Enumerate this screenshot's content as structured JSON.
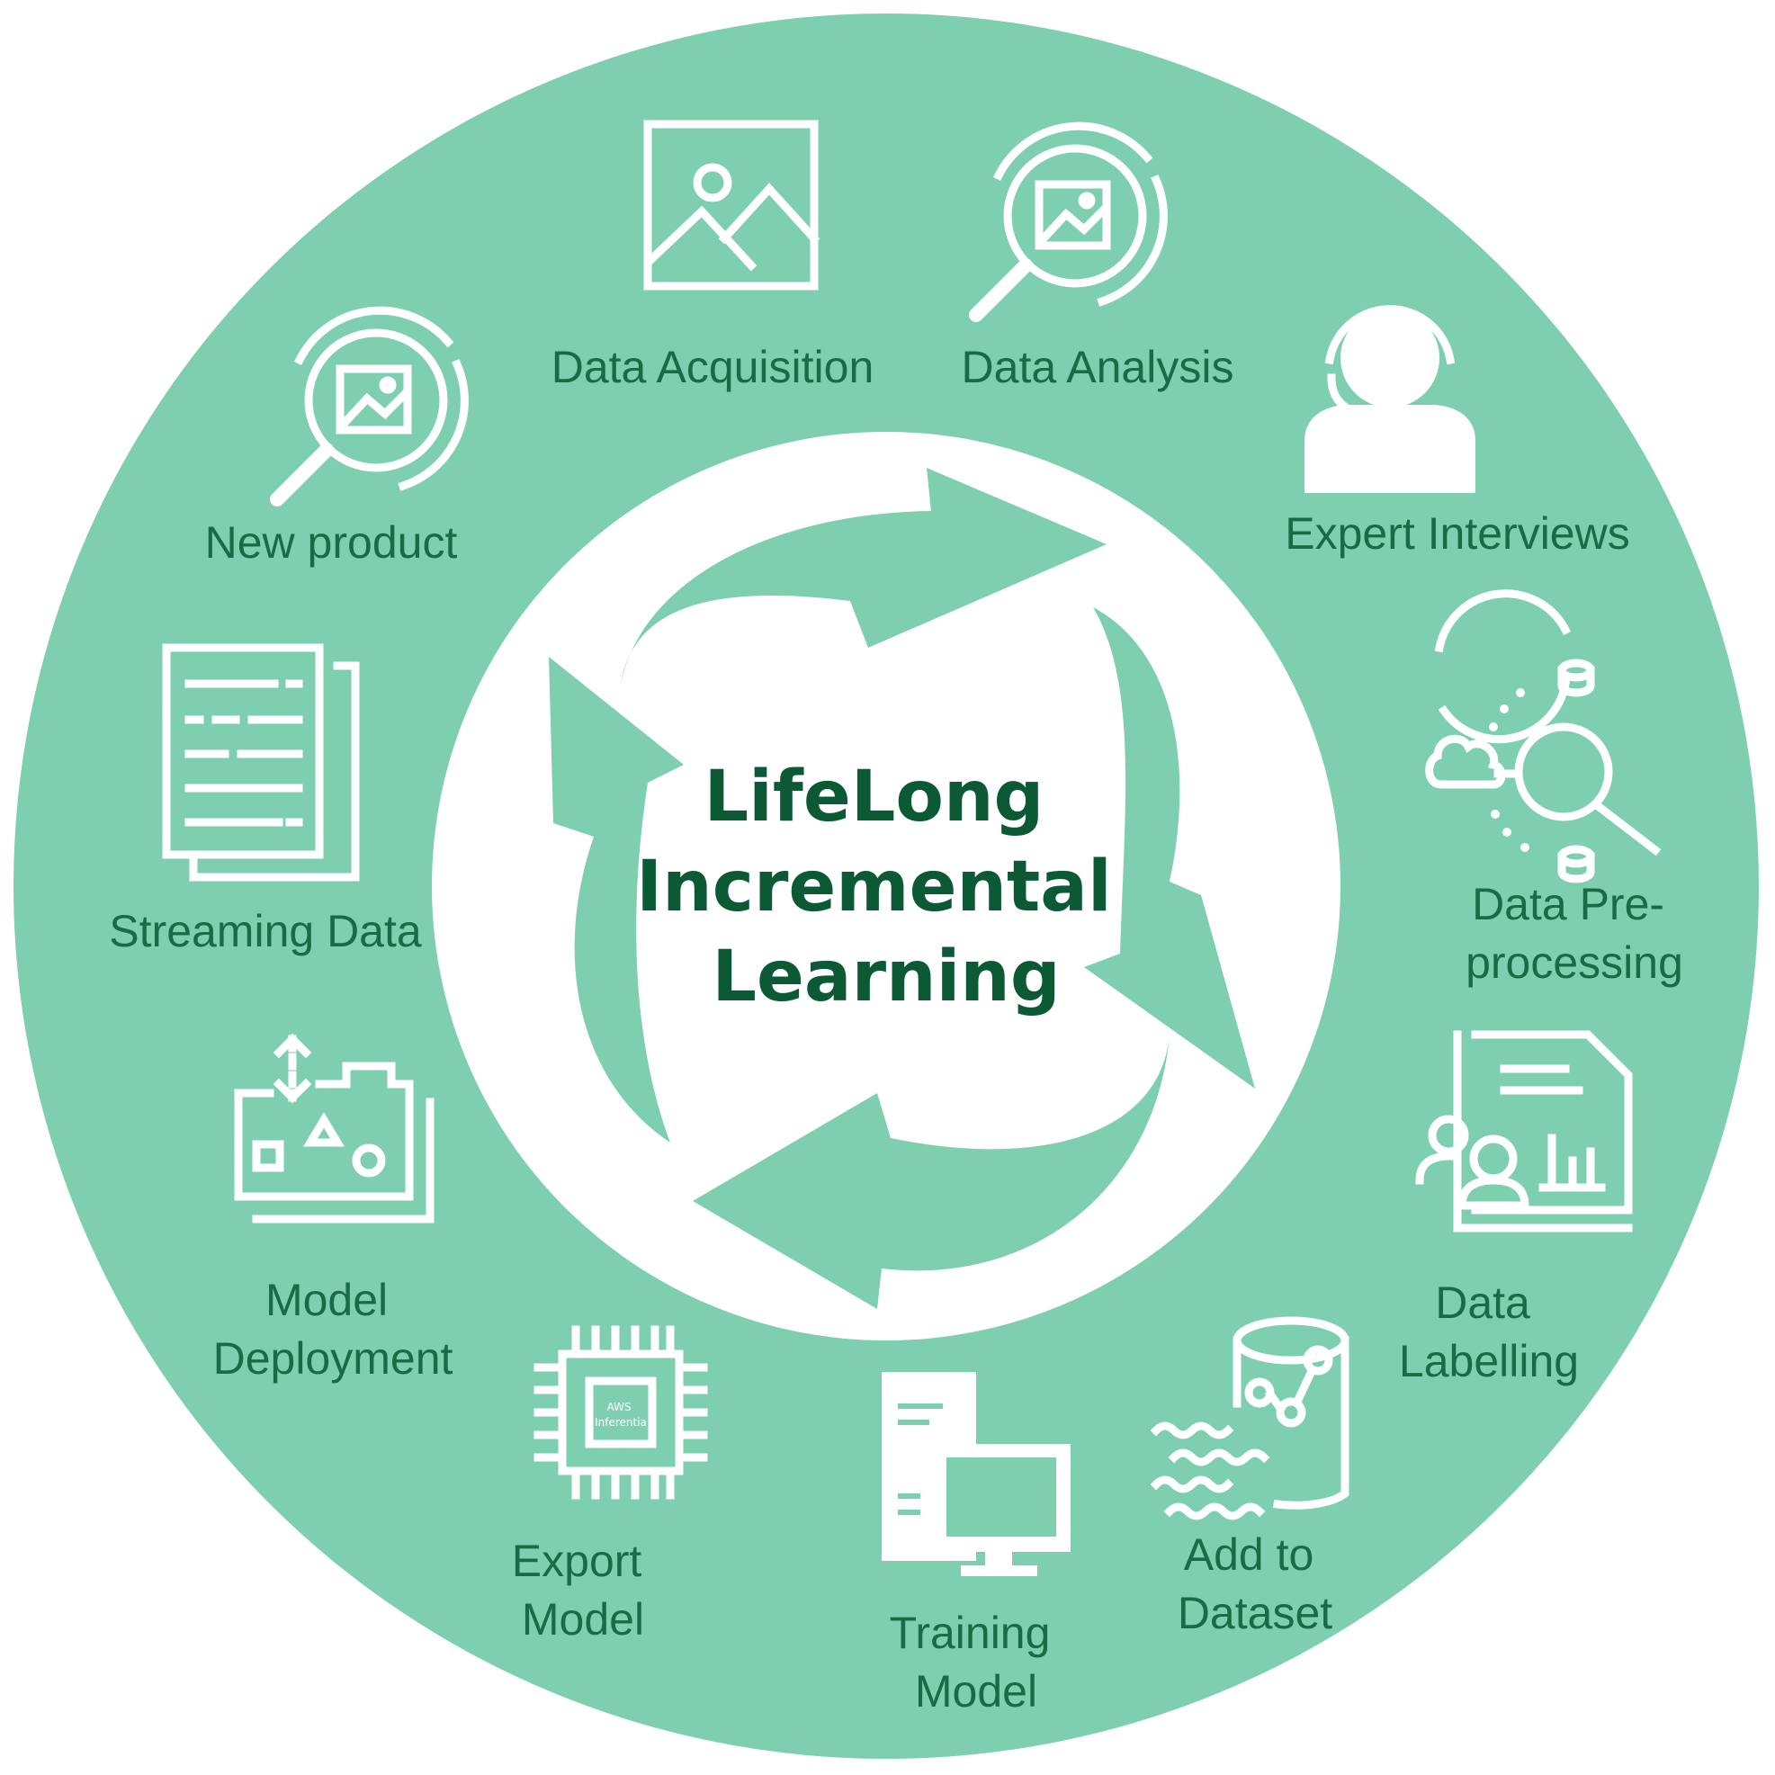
{
  "colors": {
    "ring": "#7ecfb0",
    "center": "#ffffff",
    "arrow": "#7ecfb0",
    "label": "#1a6b45",
    "title": "#0b5a35",
    "icon": "#ffffff"
  },
  "title_lines": [
    "LifeLong",
    "Incremental",
    "Learning"
  ],
  "stages": [
    {
      "icon": "image-icon",
      "lines": [
        "Data Acquisition"
      ]
    },
    {
      "icon": "magnifier-image-icon",
      "lines": [
        "Data Analysis"
      ]
    },
    {
      "icon": "headset-person-icon",
      "lines": [
        "Expert Interviews"
      ]
    },
    {
      "icon": "cloud-search-database-icon",
      "lines": [
        "Data Pre-",
        "processing"
      ]
    },
    {
      "icon": "document-chart-users-icon",
      "lines": [
        "Data",
        "Labelling"
      ]
    },
    {
      "icon": "database-waves-icon",
      "lines": [
        "Add to",
        "Dataset"
      ]
    },
    {
      "icon": "computer-server-icon",
      "lines": [
        "Training",
        "Model"
      ]
    },
    {
      "icon": "chip-icon",
      "chip_text": [
        "AWS",
        "Inferentia"
      ],
      "lines": [
        "Export",
        "Model"
      ]
    },
    {
      "icon": "deploy-shapes-icon",
      "lines": [
        "Model",
        "Deployment"
      ]
    },
    {
      "icon": "documents-icon",
      "lines": [
        "Streaming Data"
      ]
    },
    {
      "icon": "magnifier-image-icon",
      "lines": [
        "New product"
      ]
    }
  ]
}
